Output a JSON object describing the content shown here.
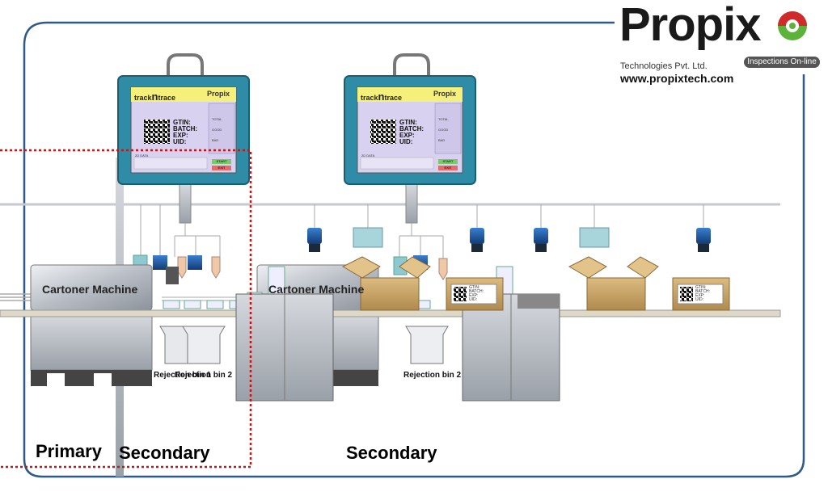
{
  "logo": {
    "word": "Propix",
    "company": "Technologies Pvt. Ltd.",
    "badge": "Inspections On-line",
    "url": "www.propixtech.com",
    "colors": {
      "green": "#5db33a",
      "red": "#d12a2a"
    }
  },
  "stages": {
    "primary": "Primary",
    "secondary_1": "Secondary",
    "secondary_2": "Secondary"
  },
  "machines": {
    "cartoner_1": "Cartoner Machine",
    "cartoner_2": "Cartoner Machine"
  },
  "bins": {
    "bin_a": "Rejection bin 1",
    "bin_b": "Rejection bin 2",
    "bin_c": "Rejection bin 2"
  },
  "screen": {
    "brand_track": "track",
    "brand_n": "n",
    "brand_trace": "trace",
    "brand_logo": "Propix",
    "gtin": "GTIN:",
    "batch": "BATCH:",
    "exp": "EXP:",
    "uid": "UID:",
    "total": "TOTAL",
    "good": "GOOD",
    "bad": "BAD",
    "data_2d": "2D DATA",
    "start": "START",
    "exit": "EXIT"
  },
  "box_label": {
    "gtin": "GTIN:",
    "batch": "BATCH:",
    "exp": "EXP:",
    "uid": "UID:"
  },
  "colors": {
    "frame": "#2f5a88",
    "monitor": "#2f8ca6",
    "screen_header": "#f5f07a",
    "screen_body": "#d8d2f0",
    "carton": "#c9a66b",
    "dotted": "#c01818",
    "camera": "#1f5aa8"
  }
}
